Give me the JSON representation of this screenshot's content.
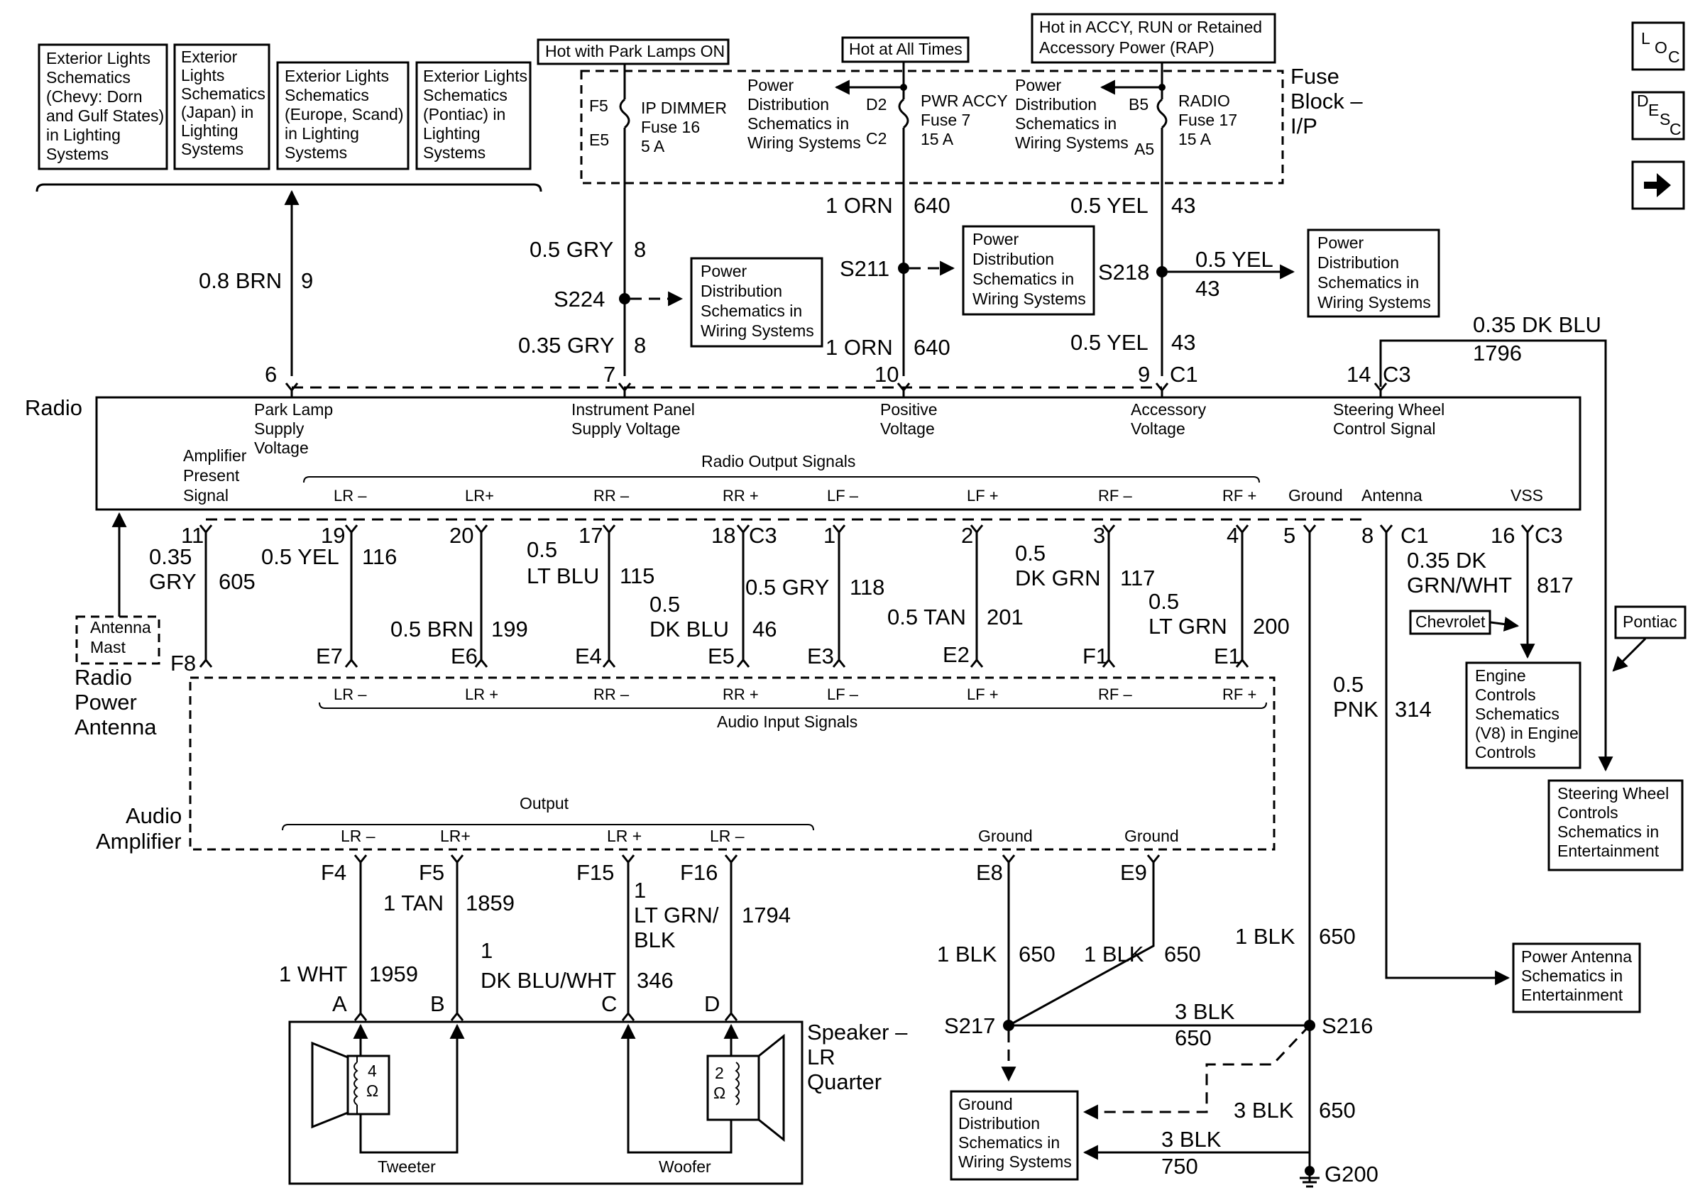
{
  "nav": {
    "loc": [
      "L",
      "O",
      "C"
    ],
    "desc": [
      "D",
      "E",
      "S",
      "C"
    ]
  },
  "ref_boxes": {
    "ext_chevy": [
      "Exterior Lights",
      "Schematics",
      "(Chevy: Dorn",
      "and Gulf States)",
      "in Lighting",
      "Systems"
    ],
    "ext_japan": [
      "Exterior",
      "Lights",
      "Schematics",
      "(Japan) in",
      "Lighting",
      "Systems"
    ],
    "ext_europe": [
      "Exterior Lights",
      "Schematics",
      "(Europe, Scand)",
      "in Lighting",
      "Systems"
    ],
    "ext_pontiac": [
      "Exterior Lights",
      "Schematics",
      "(Pontiac) in",
      "Lighting",
      "Systems"
    ],
    "pd_s224": [
      "Power",
      "Distribution",
      "Schematics in",
      "Wiring Systems"
    ],
    "pd_s211": [
      "Power",
      "Distribution",
      "Schematics in",
      "Wiring Systems"
    ],
    "pd_s218": [
      "Power",
      "Distribution",
      "Schematics in",
      "Wiring Systems"
    ],
    "pd_fuse7": [
      "Power",
      "Distribution",
      "Schematics in",
      "Wiring Systems"
    ],
    "pd_fuse17": [
      "Power",
      "Distribution",
      "Schematics in",
      "Wiring Systems"
    ],
    "engine": [
      "Engine",
      "Controls",
      "Schematics",
      "(V8) in Engine",
      "Controls"
    ],
    "steering": [
      "Steering Wheel",
      "Controls",
      "Schematics in",
      "Entertainment"
    ],
    "power_antenna": [
      "Power Antenna",
      "Schematics in",
      "Entertainment"
    ],
    "ground_dist": [
      "Ground",
      "Distribution",
      "Schematics in",
      "Wiring Systems"
    ]
  },
  "hot_labels": {
    "park": "Hot with Park Lamps ON",
    "always": "Hot at All Times",
    "accy": [
      "Hot in ACCY, RUN or Retained",
      "Accessory Power (RAP)"
    ]
  },
  "fuse_block": {
    "label": [
      "Fuse",
      "Block –",
      "I/P"
    ],
    "fuse16": {
      "name": "IP DIMMER",
      "fuse": "Fuse 16",
      "amps": "5 A",
      "in": "F5",
      "out": "E5"
    },
    "fuse7": {
      "name": "PWR ACCY",
      "fuse": "Fuse 7",
      "amps": "15 A",
      "in": "D2",
      "out": "C2"
    },
    "fuse17": {
      "name": "RADIO",
      "fuse": "Fuse 17",
      "amps": "15 A",
      "in": "B5",
      "out": "A5"
    }
  },
  "splices": {
    "s224": "S224",
    "s211": "S211",
    "s218": "S218",
    "s217": "S217",
    "s216": "S216",
    "g200": "G200"
  },
  "wires_top": {
    "brn": {
      "color": "0.8 BRN",
      "circuit": "9"
    },
    "gry_up": {
      "color": "0.5 GRY",
      "circuit": "8"
    },
    "gry_dn": {
      "color": "0.35 GRY",
      "circuit": "8"
    },
    "orn_up": {
      "color": "1 ORN",
      "circuit": "640"
    },
    "orn_dn": {
      "color": "1 ORN",
      "circuit": "640"
    },
    "yel_up": {
      "color": "0.5 YEL",
      "circuit": "43"
    },
    "yel_br": {
      "color": "0.5 YEL",
      "circuit": "43"
    },
    "yel_dn": {
      "color": "0.5 YEL",
      "circuit": "43"
    },
    "dkblu": {
      "color": "0.35 DK BLU",
      "circuit": "1796"
    }
  },
  "radio": {
    "name": "Radio",
    "top_pins": [
      "6",
      "7",
      "10",
      "9",
      "C1",
      "14",
      "C3"
    ],
    "top_signals": {
      "park": [
        "Park Lamp",
        "Supply",
        "Voltage"
      ],
      "ipv": [
        "Instrument Panel",
        "Supply Voltage"
      ],
      "pos": [
        "Positive",
        "Voltage"
      ],
      "acc": [
        "Accessory",
        "Voltage"
      ],
      "swc": [
        "Steering Wheel",
        "Control Signal"
      ]
    },
    "amp_present": [
      "Amplifier",
      "Present",
      "Signal"
    ],
    "output_title": "Radio Output Signals",
    "outputs": [
      "LR –",
      "LR+",
      "RR –",
      "RR +",
      "LF –",
      "LF +",
      "RF –",
      "RF +"
    ],
    "ground": "Ground",
    "antenna": "Antenna",
    "vss": "VSS"
  },
  "mid_wires": [
    {
      "pin": "11",
      "color": [
        "0.35",
        "GRY"
      ],
      "circuit": "605",
      "amp_pin": "F8"
    },
    {
      "pin": "19",
      "color": [
        "0.5 YEL"
      ],
      "circuit": "116",
      "amp_pin": "E7"
    },
    {
      "pin": "20",
      "color": [
        "0.5 BRN"
      ],
      "circuit": "199",
      "amp_pin": "E6"
    },
    {
      "pin": "17",
      "color": [
        "0.5",
        "LT BLU"
      ],
      "circuit": "115",
      "amp_pin": "E4"
    },
    {
      "pin": "18",
      "pin2": "C3",
      "color": [
        "0.5",
        "DK BLU"
      ],
      "circuit": "46",
      "amp_pin": "E5"
    },
    {
      "pin": "1",
      "color": [
        "0.5 GRY"
      ],
      "circuit": "118",
      "amp_pin": "E3"
    },
    {
      "pin": "2",
      "color": [
        "0.5 TAN"
      ],
      "circuit": "201",
      "amp_pin": "E2"
    },
    {
      "pin": "3",
      "color": [
        "0.5",
        "DK GRN"
      ],
      "circuit": "117",
      "amp_pin": "F1"
    },
    {
      "pin": "4",
      "color": [
        "0.5",
        "LT GRN"
      ],
      "circuit": "200",
      "amp_pin": "E1"
    }
  ],
  "right_wires": {
    "ground_pin": "5",
    "antenna_pin": "8",
    "antenna_conn": "C1",
    "antenna_color": [
      "0.5",
      "PNK"
    ],
    "antenna_circuit": "314",
    "vss_pin": "16",
    "vss_conn": "C3",
    "vss_color": [
      "0.35 DK",
      "GRN/WHT"
    ],
    "vss_circuit": "817",
    "chevrolet": "Chevrolet",
    "pontiac": "Pontiac"
  },
  "antenna_mast": [
    "Antenna",
    "Mast"
  ],
  "radio_power_antenna": [
    "Radio",
    "Power",
    "Antenna"
  ],
  "amplifier": {
    "name": [
      "Audio",
      "Amplifier"
    ],
    "inputs_title": "Audio Input Signals",
    "inputs": [
      "LR –",
      "LR +",
      "RR –",
      "RR +",
      "LF –",
      "LF +",
      "RF –",
      "RF +"
    ],
    "output_title": "Output",
    "outputs": [
      "LR –",
      "LR+",
      "LR +",
      "LR –"
    ],
    "grounds": [
      "Ground",
      "Ground"
    ]
  },
  "speaker_wires": [
    {
      "amp_pin": "F4",
      "color": [
        "1 WHT"
      ],
      "circuit": "1959",
      "spk_pin": "A"
    },
    {
      "amp_pin": "F5",
      "color": [
        "1 TAN"
      ],
      "circuit": "1859",
      "spk_pin": "B"
    },
    {
      "amp_pin": "F15",
      "color": [
        "1",
        "DK BLU/WHT"
      ],
      "circuit": "346",
      "spk_pin": "C"
    },
    {
      "amp_pin": "F16",
      "color": [
        "1",
        "LT GRN/",
        "BLK"
      ],
      "circuit": "1794",
      "spk_pin": "D"
    }
  ],
  "speaker": {
    "name": [
      "Speaker –",
      "LR",
      "Quarter"
    ],
    "tweeter": "Tweeter",
    "woofer": "Woofer",
    "tweeter_ohms": [
      "4",
      "Ω"
    ],
    "woofer_ohms": [
      "2",
      "Ω"
    ]
  },
  "ground_wires": {
    "e8": {
      "pin": "E8",
      "color": "1 BLK",
      "circuit": "650"
    },
    "e9": {
      "pin": "E9",
      "color": "1 BLK",
      "circuit": "650"
    },
    "radio_gnd": {
      "color": "1 BLK",
      "circuit": "650"
    },
    "s217_s216": {
      "color": "3 BLK",
      "circuit": "650"
    },
    "s216_g200": {
      "color": "3 BLK",
      "circuit": "650"
    },
    "to_g200": {
      "color": "3 BLK",
      "circuit": "750"
    }
  }
}
